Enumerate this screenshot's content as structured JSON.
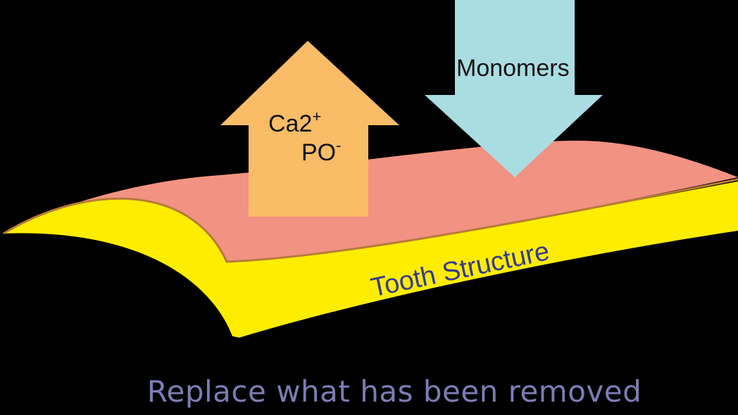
{
  "colors": {
    "background": "#000000",
    "tooth_fill": "#ffed00",
    "layer_fill": "#f29282",
    "layer_edge": "#b87a3c",
    "up_arrow_fill": "#fbbc67",
    "down_arrow_fill": "#a9dde2",
    "arrow_text": "#111111",
    "tooth_text": "#353b92",
    "caption_text": "#7d7cb4"
  },
  "labels": {
    "up_arrow_line1_base": "Ca2",
    "up_arrow_line1_sup": "+",
    "up_arrow_line2_base": "PO",
    "up_arrow_line2_sup": "-",
    "down_arrow": "Monomers",
    "tooth": "Tooth Structure",
    "caption": "Replace what has been removed"
  }
}
